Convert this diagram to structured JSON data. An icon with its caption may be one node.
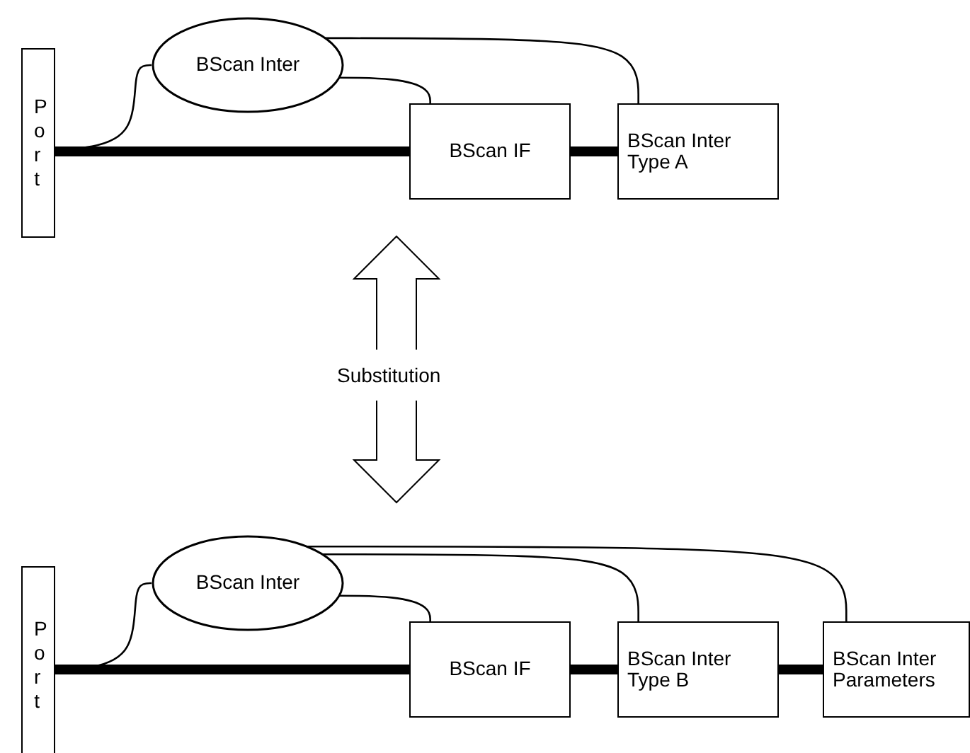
{
  "diagram": {
    "nodes": [
      {
        "text": [
          "Port"
        ]
      },
      {
        "text": [
          "BScan Inter"
        ]
      },
      {
        "text": [
          "BScan IF"
        ]
      },
      {
        "text": [
          "BScan Inter Type A"
        ]
      },
      {
        "text": [
          "Port"
        ]
      },
      {
        "text": [
          "BScan Inter"
        ]
      },
      {
        "text": [
          "BScan IF"
        ]
      },
      {
        "text": [
          "BScan Inter Type B"
        ]
      },
      {
        "text": [
          "BScan Inter Parameters"
        ]
      }
    ],
    "edges": [
      {
        "from": 0,
        "to": 1,
        "arrow": "none"
      },
      {
        "from": 1,
        "to": 2,
        "arrow": "none"
      },
      {
        "from": 1,
        "to": 3,
        "arrow": "none"
      },
      {
        "from": 0,
        "to": 2,
        "arrow": "none",
        "style": "thick"
      },
      {
        "from": 2,
        "to": 3,
        "arrow": "none",
        "style": "thick"
      },
      {
        "from": 4,
        "to": 5,
        "arrow": "none"
      },
      {
        "from": 5,
        "to": 6,
        "arrow": "none"
      },
      {
        "from": 5,
        "to": 7,
        "arrow": "none"
      },
      {
        "from": 5,
        "to": 8,
        "arrow": "none"
      },
      {
        "from": 4,
        "to": 6,
        "arrow": "none",
        "style": "thick"
      },
      {
        "from": 6,
        "to": 7,
        "arrow": "none",
        "style": "thick"
      },
      {
        "from": 7,
        "to": 8,
        "arrow": "none",
        "style": "thick"
      }
    ],
    "labels": [
      "Substitution"
    ]
  }
}
